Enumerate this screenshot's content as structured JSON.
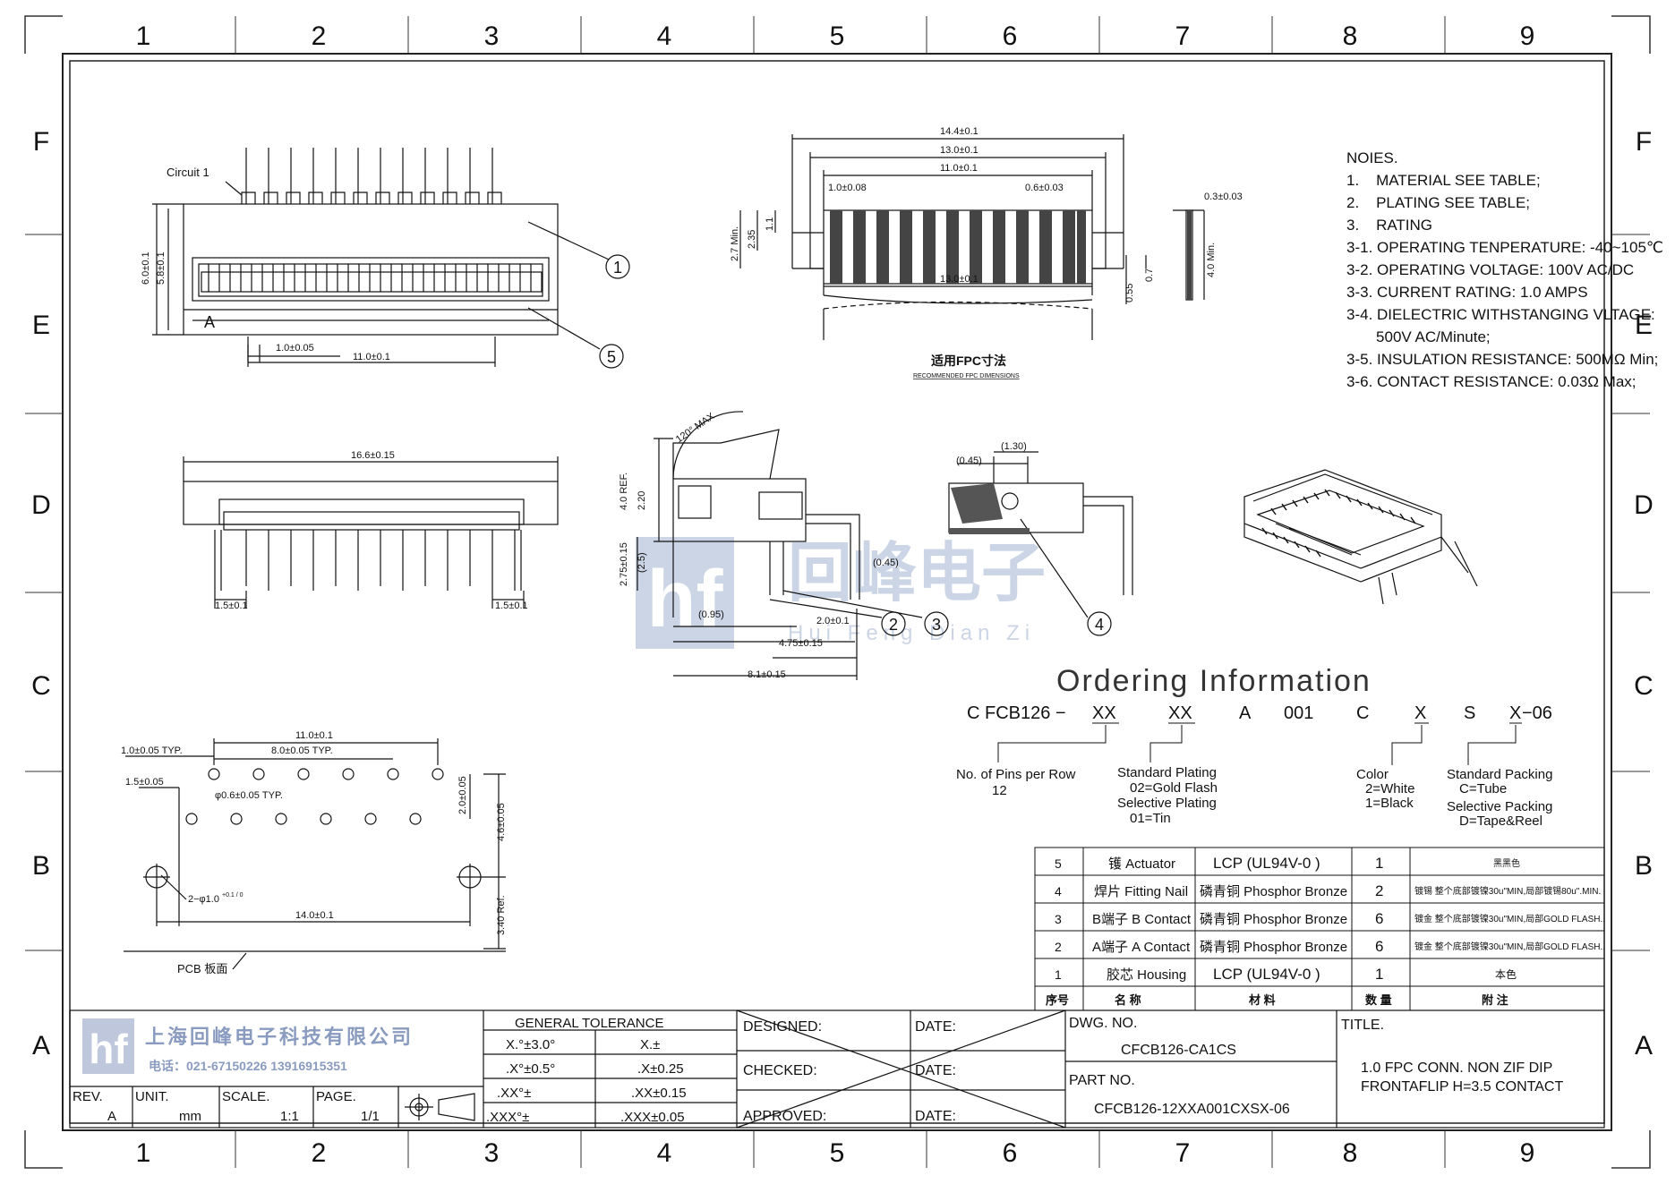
{
  "zones": {
    "columns": [
      "1",
      "2",
      "3",
      "4",
      "5",
      "6",
      "7",
      "8",
      "9"
    ],
    "rows": [
      "F",
      "E",
      "D",
      "C",
      "B",
      "A"
    ]
  },
  "views": {
    "top": {
      "circuit_label": "Circuit 1",
      "pin_a": "A",
      "dim_height_outer": "6.0±0.1",
      "dim_height_inner": "5.8±0.1",
      "dim_pitch": "1.0±0.05",
      "dim_span": "11.0±0.1",
      "callout_1": "1",
      "callout_5": "5"
    },
    "fpc": {
      "dim_14": "14.4±0.1",
      "dim_13_top": "13.0±0.1",
      "dim_11": "11.0±0.1",
      "dim_1": "1.0±0.08",
      "dim_06": "0.6±0.03",
      "dim_13_bottom": "13.0±0.1",
      "dim_27": "2.7 Min.",
      "dim_235": "2.35",
      "dim_11b": "1.1",
      "dim_055": "0.55",
      "dim_07": "0.7",
      "dim_03": "0.3±0.03",
      "dim_40": "4.0 Min.",
      "caption_cn": "适用FPC寸法",
      "caption_en": "RECOMMENDED FPC DIMENSIONS"
    },
    "front": {
      "dim_width": "16.6±0.15",
      "dim_left": "1.5±0.1",
      "dim_right": "1.5±0.1"
    },
    "side": {
      "angle": "120° MAX",
      "dim_40ref": "4.0 REF.",
      "dim_220": "2.20",
      "dim_275": "2.75±0.15",
      "dim_25": "(2.5)",
      "dim_045": "(0.45)",
      "dim_095": "(0.95)",
      "dim_20": "2.0±0.1",
      "dim_475": "4.75±0.15",
      "dim_81": "8.1±0.15",
      "callout_2": "2",
      "callout_3": "3"
    },
    "detail": {
      "dim_045": "(0.45)",
      "dim_130": "(1.30)",
      "callout_4": "4"
    },
    "pcb": {
      "dim_11": "11.0±0.1",
      "dim_pitch_typ": "1.0±0.05 TYP.",
      "dim_8": "8.0±0.05 TYP.",
      "dim_15": "1.5±0.05",
      "dim_hole": "φ0.6±0.05 TYP.",
      "dim_20": "2.0±0.05",
      "dim_46": "4.6±0.05",
      "dim_peg": "2−φ1.0",
      "dim_peg_tol": "+0.1 / 0",
      "dim_14": "14.0±0.1",
      "dim_340": "3.40 Ref.",
      "pcb_label": "PCB 板面"
    }
  },
  "watermark": {
    "logo": "hf",
    "cn": "回峰电子",
    "en": "Hui Feng Dian Zi"
  },
  "notes": {
    "title": "NOIES.",
    "lines": [
      "1.    MATERIAL SEE TABLE;",
      "2.    PLATING SEE TABLE;",
      "3.    RATING",
      "3-1. OPERATING TENPERATURE: -40~105℃",
      "3-2. OPERATING VOLTAGE: 100V AC/DC",
      "3-3. CURRENT RATING: 1.0 AMPS",
      "3-4. DIELECTRIC WITHSTANGING VLTAGE:",
      "       500V AC/Minute;",
      "3-5. INSULATION RESISTANCE: 500MΩ Min;",
      "3-6. CONTACT RESISTANCE: 0.03Ω Max;"
    ]
  },
  "ordering": {
    "title": "Ordering Information",
    "code": {
      "c": "C",
      "fcb": "FCB126 −",
      "xx1": "XX",
      "xx2": "XX",
      "a": "A",
      "n001": "001",
      "c2": "C",
      "x1": "X",
      "s": "S",
      "x2": "X",
      "suffix": "−06"
    },
    "pins_label": "No. of Pins per Row",
    "pins_value": "12",
    "plating": [
      "Standard Plating",
      "02=Gold Flash",
      "Selective Plating",
      "01=Tin"
    ],
    "color": [
      "Color",
      "2=White",
      "1=Black"
    ],
    "packing": [
      "Standard Packing",
      "C=Tube",
      "Selective Packing",
      "D=Tape&Reel"
    ]
  },
  "bom": {
    "rows": [
      {
        "no": "5",
        "name": "镬 Actuator",
        "material": "LCP (UL94V-0 )",
        "qty": "1",
        "remark": "黑黑色"
      },
      {
        "no": "4",
        "name": "焊片 Fitting Nail",
        "material": "磷青铜 Phosphor Bronze",
        "qty": "2",
        "remark": "镀锡 整个底部镀镍30u\"MIN,局部镀锡80u\".MIN."
      },
      {
        "no": "3",
        "name": "B端子 B Contact",
        "material": "磷青铜 Phosphor Bronze",
        "qty": "6",
        "remark": "镀金 整个底部镀镍30u\"MIN,局部GOLD FLASH.."
      },
      {
        "no": "2",
        "name": "A端子 A Contact",
        "material": "磷青铜 Phosphor Bronze",
        "qty": "6",
        "remark": "镀金 整个底部镀镍30u\"MIN,局部GOLD FLASH.."
      },
      {
        "no": "1",
        "name": "胶芯 Housing",
        "material": "LCP (UL94V-0 )",
        "qty": "1",
        "remark": "本色"
      }
    ],
    "header": {
      "no": "序号",
      "name": "名  称",
      "material": "材   料",
      "qty": "数 量",
      "remark": "附   注"
    }
  },
  "title_block": {
    "company_cn": "上海回峰电子科技有限公司",
    "phone": "电话：021-67150226  13916915351",
    "rev_label": "REV.",
    "rev": "A",
    "unit_label": "UNIT.",
    "unit": "mm",
    "scale_label": "SCALE.",
    "scale": "1:1",
    "page_label": "PAGE.",
    "page": "1/1",
    "tol_title": "GENERAL TOLERANCE",
    "tol": [
      [
        "X.°±3.0°",
        "X.±"
      ],
      [
        ".X°±0.5°",
        ".X±0.25"
      ],
      [
        ".XX°±",
        ".XX±0.15"
      ],
      [
        ".XXX°±",
        ".XXX±0.05"
      ]
    ],
    "designed": "DESIGNED:",
    "checked": "CHECKED:",
    "approved": "APPROVED:",
    "date": "DATE:",
    "dwg_label": "DWG. NO.",
    "dwg": "CFCB126-CA1CS",
    "part_label": "PART NO.",
    "part": "CFCB126-12XXA001CXSX-06",
    "title_label": "TITLE.",
    "title_line1": "1.0 FPC CONN. NON ZIF DIP",
    "title_line2": "FRONTAFLIP  H=3.5 CONTACT"
  }
}
